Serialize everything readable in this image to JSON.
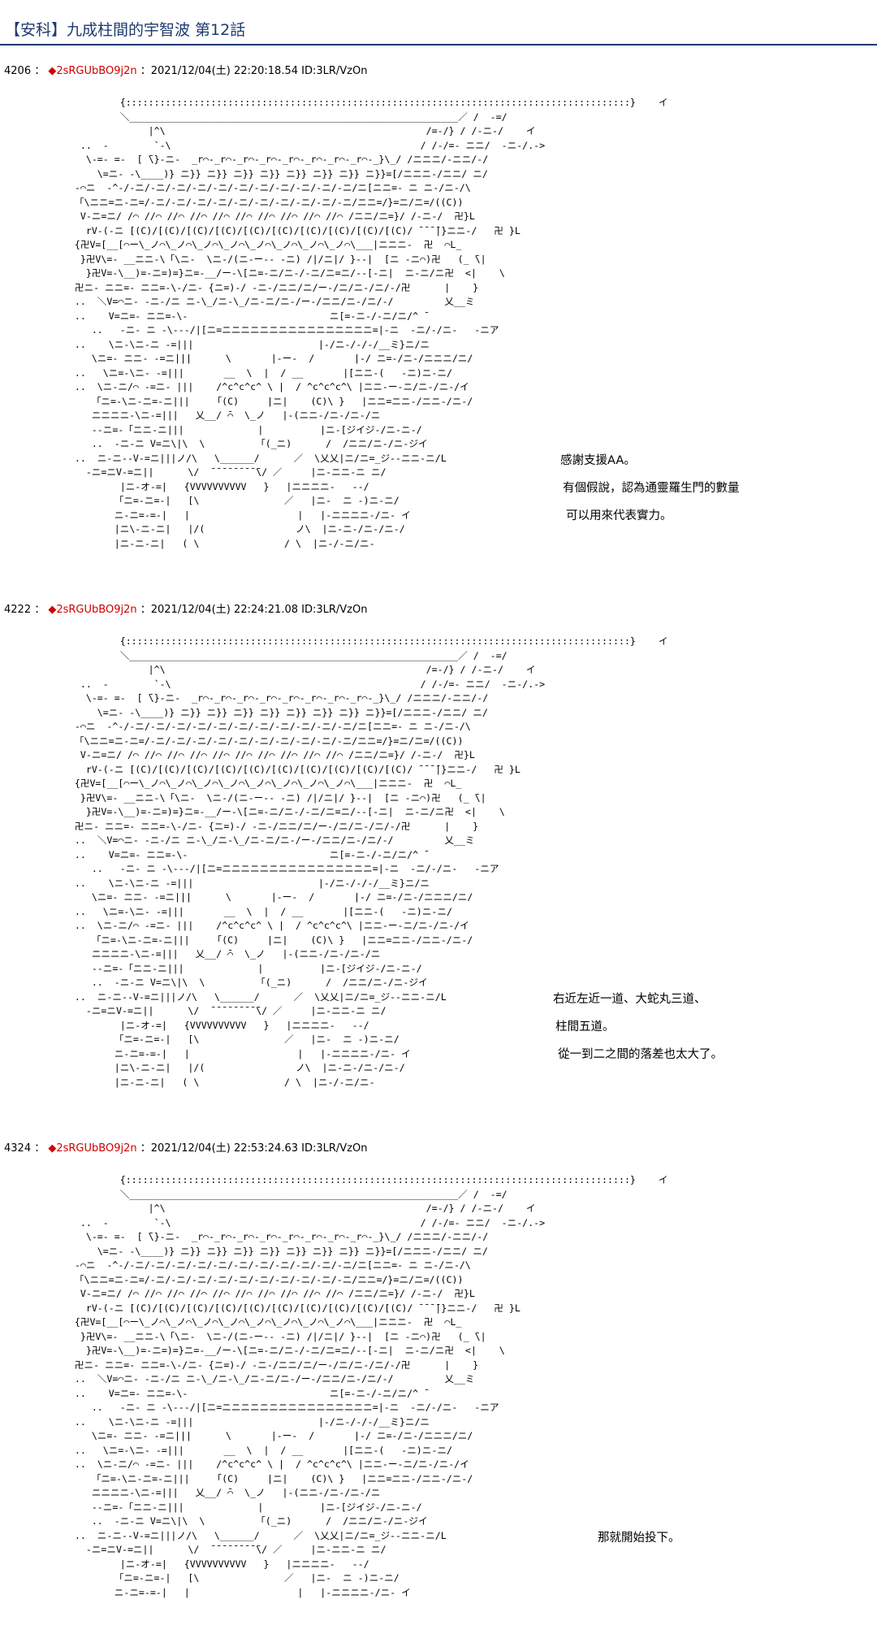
{
  "title": "【安科】九成柱間的宇智波 第12話",
  "posts": [
    {
      "number": "4206",
      "trip": "2sRGUbBO9j2n",
      "date": "2021/12/04(土) 22:20:18.54",
      "id": "ID:3LR/VzOn",
      "lines": [
        "感謝支援AA。",
        "有個假說，認為通靈羅生門的數量",
        "可以用來代表實力。"
      ]
    },
    {
      "number": "4222",
      "trip": "2sRGUbBO9j2n",
      "date": "2021/12/04(土) 22:24:21.08",
      "id": "ID:3LR/VzOn",
      "lines": [
        "右近左近一道、大蛇丸三道、",
        "柱間五道。",
        "從一到二之間的落差也太大了。"
      ]
    },
    {
      "number": "4324",
      "trip": "2sRGUbBO9j2n",
      "date": "2021/12/04(土) 22:53:24.63",
      "id": "ID:3LR/VzOn",
      "lines": [
        "那就開始投下。"
      ]
    }
  ]
}
